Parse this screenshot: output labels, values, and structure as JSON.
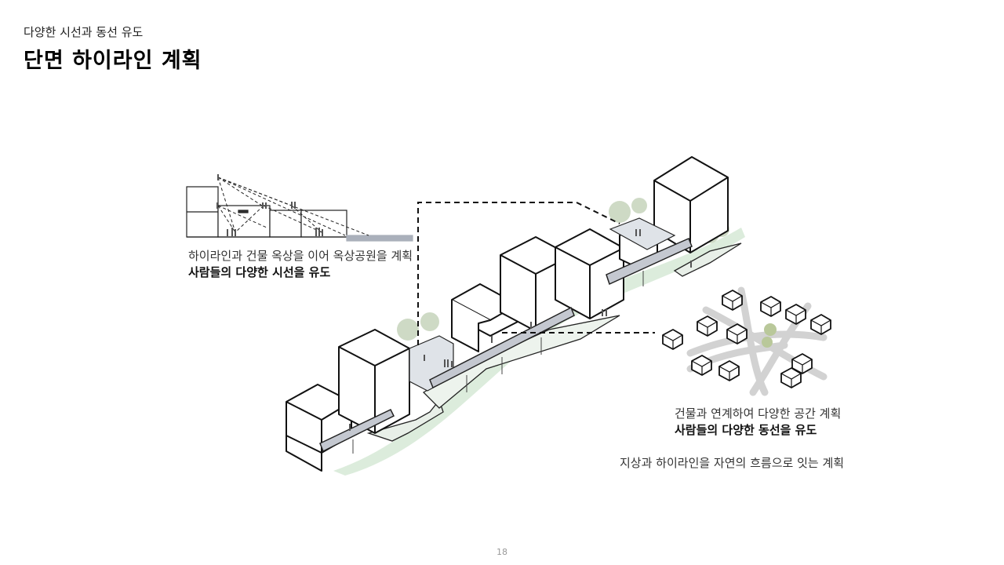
{
  "header": {
    "subtitle": "다양한 시선과 동선 유도",
    "title": "단면 하이라인 계획"
  },
  "captions": {
    "left_line1": "하이라인과 건물 옥상을 이어 옥상공원을 계획",
    "left_line2": "사람들의 다양한 시선을 유도",
    "right_line1": "건물과 연계하여 다양한 공간 계획",
    "right_line2": "사람들의 다양한 동선을 유도",
    "note": "지상과 하이라인을 자연의 흐름으로 잇는 계획"
  },
  "page": {
    "number": "18"
  },
  "colors": {
    "line": "#1a1a1a",
    "deck": "#bfc3cc",
    "plaza": "#e4ece4",
    "green": "#d6ead6",
    "tree": "#b8c8a8",
    "roadGray": "#d8d8d8"
  }
}
